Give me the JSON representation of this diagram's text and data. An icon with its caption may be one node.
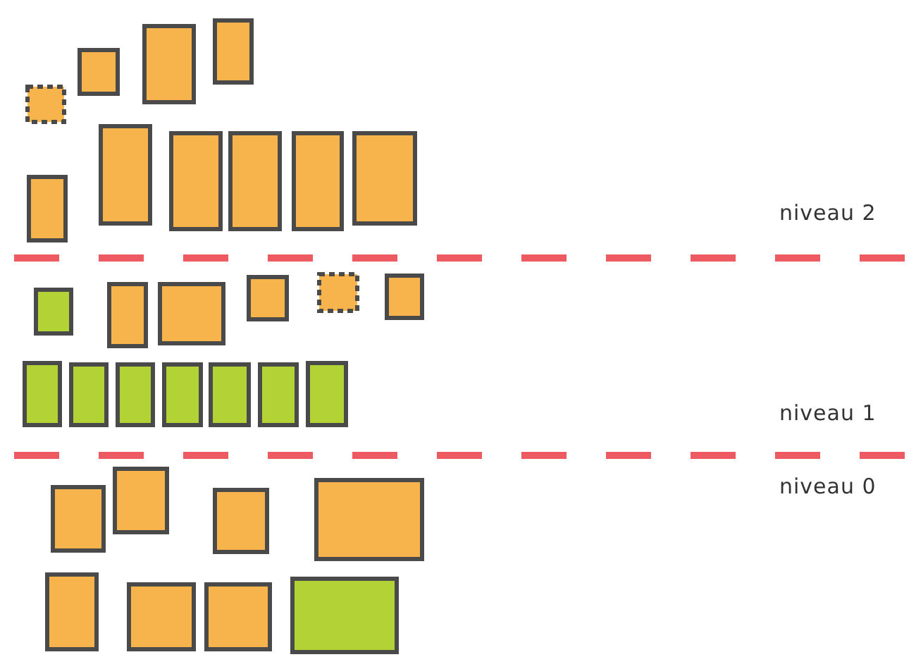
{
  "diagram": {
    "labels": [
      "niveau 2",
      "niveau 1",
      "niveau 0"
    ]
  }
}
